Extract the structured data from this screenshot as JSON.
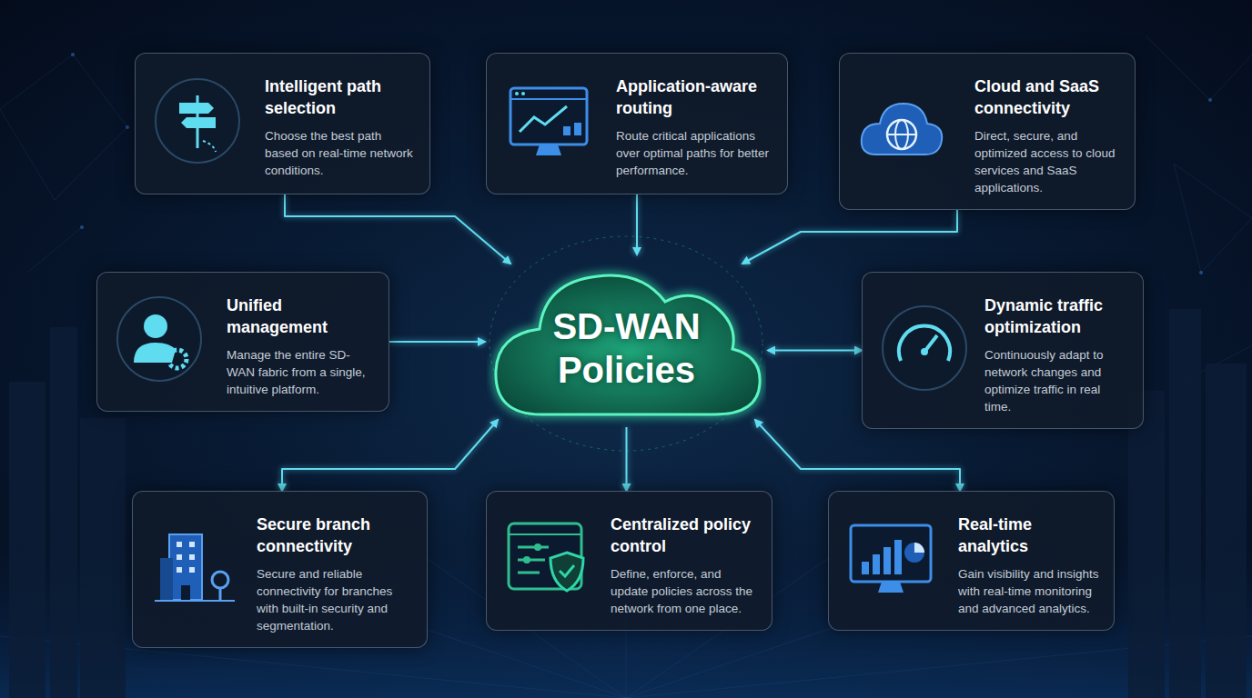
{
  "diagram": {
    "nodes": [
      {
        "text": [
          "Intelligent path selection",
          "Choose the best path based on real-time network conditions."
        ]
      },
      {
        "text": [
          "Application-aware routing",
          "Route critical applications over optimal paths for better performance."
        ]
      },
      {
        "text": [
          "Cloud and SaaS connectivity",
          "Direct, secure, and optimized access to cloud services and SaaS applications."
        ]
      },
      {
        "text": [
          "Unified management",
          "Manage the entire SD-WAN fabric from a single, intuitive platform."
        ]
      },
      {
        "text": [
          "SD-WAN Policies"
        ]
      },
      {
        "text": [
          "Dynamic traffic optimization",
          "Continuously adapt to network changes and optimize traffic in real time."
        ]
      },
      {
        "text": [
          "Secure branch connectivity",
          "Secure and reliable connectivity for branches with built-in security and segmentation."
        ]
      },
      {
        "text": [
          "Centralized policy control",
          "Define, enforce, and update policies across the network from one place."
        ]
      },
      {
        "text": [
          "Real-time analytics",
          "Gain visibility and insights with real-time monitoring and advanced analytics."
        ]
      }
    ],
    "edges": [
      {
        "from": 0,
        "to": 4,
        "arrow": "to"
      },
      {
        "from": 1,
        "to": 4,
        "arrow": "to"
      },
      {
        "from": 2,
        "to": 4,
        "arrow": "to"
      },
      {
        "from": 3,
        "to": 4,
        "arrow": "to"
      },
      {
        "from": 5,
        "to": 4,
        "arrow": "both"
      },
      {
        "from": 6,
        "to": 4,
        "arrow": "both"
      },
      {
        "from": 4,
        "to": 7,
        "arrow": "to"
      },
      {
        "from": 8,
        "to": 4,
        "arrow": "both"
      }
    ]
  }
}
